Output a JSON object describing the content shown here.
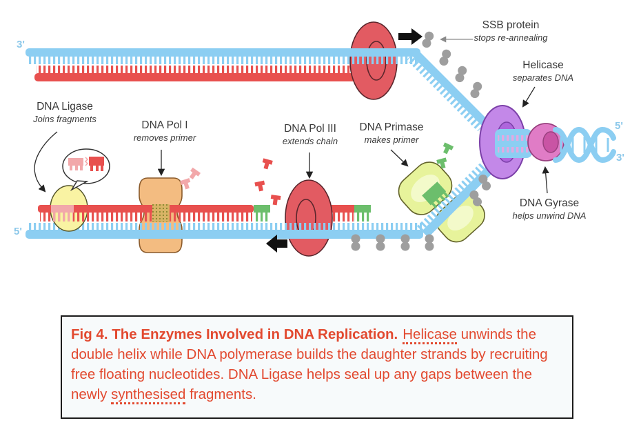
{
  "diagram": {
    "strand_ends": {
      "top_left": "3'",
      "bottom_left": "5'",
      "right_top": "5'",
      "right_bottom": "3'"
    },
    "labels": {
      "ssb": {
        "name": "SSB protein",
        "role": "stops re-annealing"
      },
      "helicase": {
        "name": "Helicase",
        "role": "separates DNA"
      },
      "gyrase": {
        "name": "DNA Gyrase",
        "role": "helps unwind DNA"
      },
      "primase": {
        "name": "DNA Primase",
        "role": "makes primer"
      },
      "pol3": {
        "name": "DNA Pol III",
        "role": "extends chain"
      },
      "pol1": {
        "name": "DNA Pol I",
        "role": "removes primer"
      },
      "ligase": {
        "name": "DNA Ligase",
        "role": "Joins fragments"
      }
    },
    "colors": {
      "strand_blue": "#8CCEF2",
      "strand_red": "#E8504E",
      "primer_green": "#6CBE6C",
      "fragment_pink": "#F2A8AA",
      "enzyme_red": "#E25B62",
      "enzyme_orange": "#F3BC81",
      "enzyme_yellow": "#F9F3A3",
      "enzyme_yellow_green": "#E7F39B",
      "enzyme_purple": "#C388E8",
      "enzyme_pink": "#E07CC6",
      "ssb_gray": "#9E9E9E",
      "caption_red": "#E2492F",
      "label_dark": "#3A3A3A",
      "prime_blue": "#8CC8EA",
      "helix_gap_lilac": "#E2A9E2",
      "patch_tan": "#D9B466"
    }
  },
  "caption": {
    "title": "Fig 4. The Enzymes Involved in DNA Replication.",
    "word_underlined_1": "Helicase",
    "text_middle": " unwinds the double helix while DNA polymerase builds the daughter strands by recruiting free floating nucleotides. DNA Ligase helps seal up any gaps between the newly ",
    "word_underlined_2": "synthesised",
    "text_end": " fragments."
  }
}
